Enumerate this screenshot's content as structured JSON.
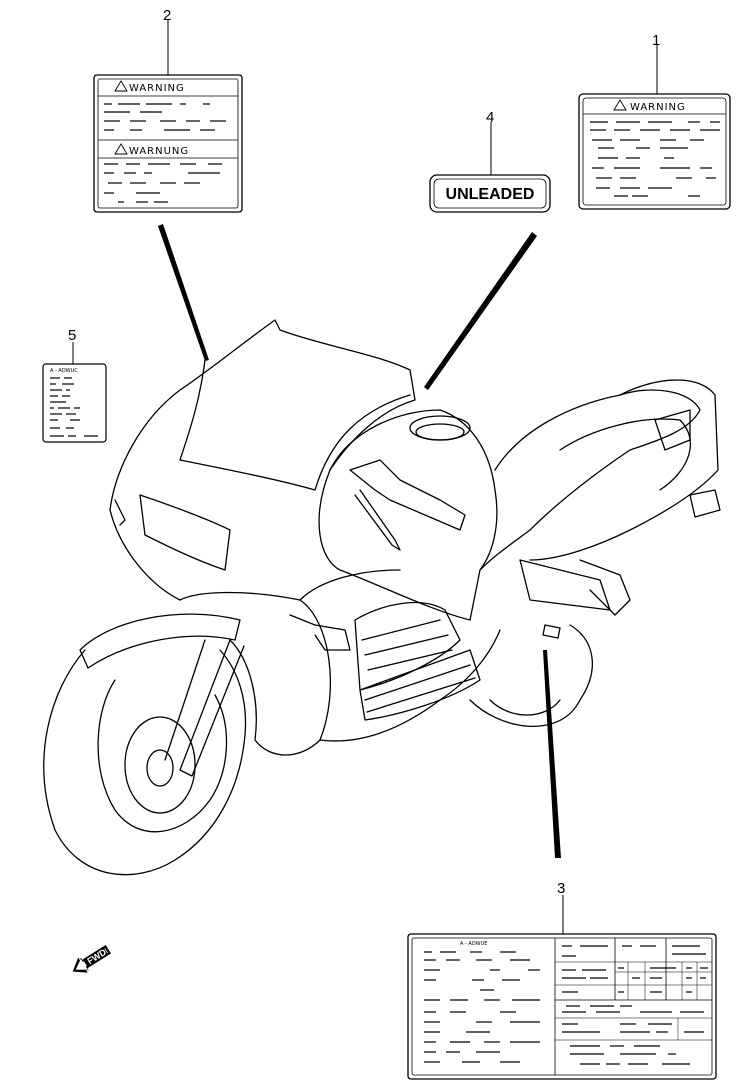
{
  "callouts": [
    "1",
    "2",
    "3",
    "4",
    "5"
  ],
  "labels": {
    "warning_1": "WARNING",
    "warning_2a": "WARNING",
    "warning_2b": "WARNUNG",
    "unleaded": "UNLEADED",
    "tire_label_5": "A - ADWUC",
    "info_label_3": "A - ADWUE"
  },
  "fwd": "FWD",
  "icons": {
    "warning_triangle": "warning-triangle-icon",
    "fwd_arrow": "fwd-arrow-icon"
  }
}
